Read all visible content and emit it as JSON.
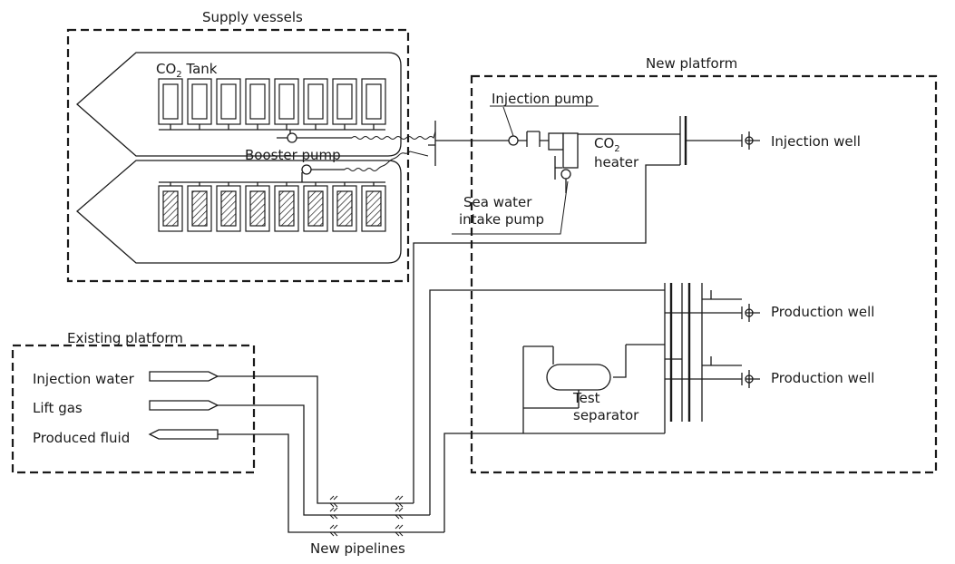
{
  "labels": {
    "supply_vessels": "Supply vessels",
    "co2_tank_prefix": "CO",
    "co2_tank_sub": "2",
    "co2_tank_suffix": " Tank",
    "booster_pump": "Booster pump",
    "new_platform": "New platform",
    "injection_pump": "Injection pump",
    "co2_heater_prefix": "CO",
    "co2_heater_sub": "2",
    "co2_heater_line2": "heater",
    "sea_water_line1": "Sea water",
    "sea_water_line2": "intake pump",
    "injection_well": "Injection well",
    "production_well_1": "Production well",
    "production_well_2": "Production well",
    "test_separator_line1": "Test",
    "test_separator_line2": "separator",
    "existing_platform": "Existing platform",
    "injection_water": "Injection water",
    "lift_gas": "Lift gas",
    "produced_fluid": "Produced fluid",
    "new_pipelines": "New pipelines"
  },
  "colors": {
    "stroke": "#1a1a1a",
    "background": "#ffffff"
  }
}
